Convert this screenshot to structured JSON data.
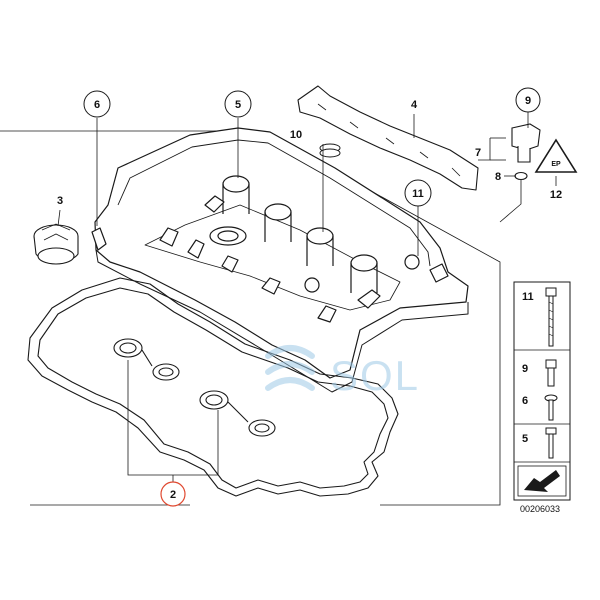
{
  "diagram": {
    "part_labels": {
      "p2": "2",
      "p3": "3",
      "p4": "4",
      "p5": "5",
      "p6": "6",
      "p7": "7",
      "p8": "8",
      "p9": "9",
      "p10": "10",
      "p11": "11",
      "p12": "12"
    },
    "hardware_legend": {
      "items": [
        "11",
        "9",
        "6",
        "5"
      ]
    },
    "warning_label_text": "EP",
    "watermark": "SOL",
    "document_number": "00206033",
    "colors": {
      "line": "#1a1a1a",
      "highlight_circle": "#e0482f",
      "watermark": "#9ec9e6"
    }
  }
}
